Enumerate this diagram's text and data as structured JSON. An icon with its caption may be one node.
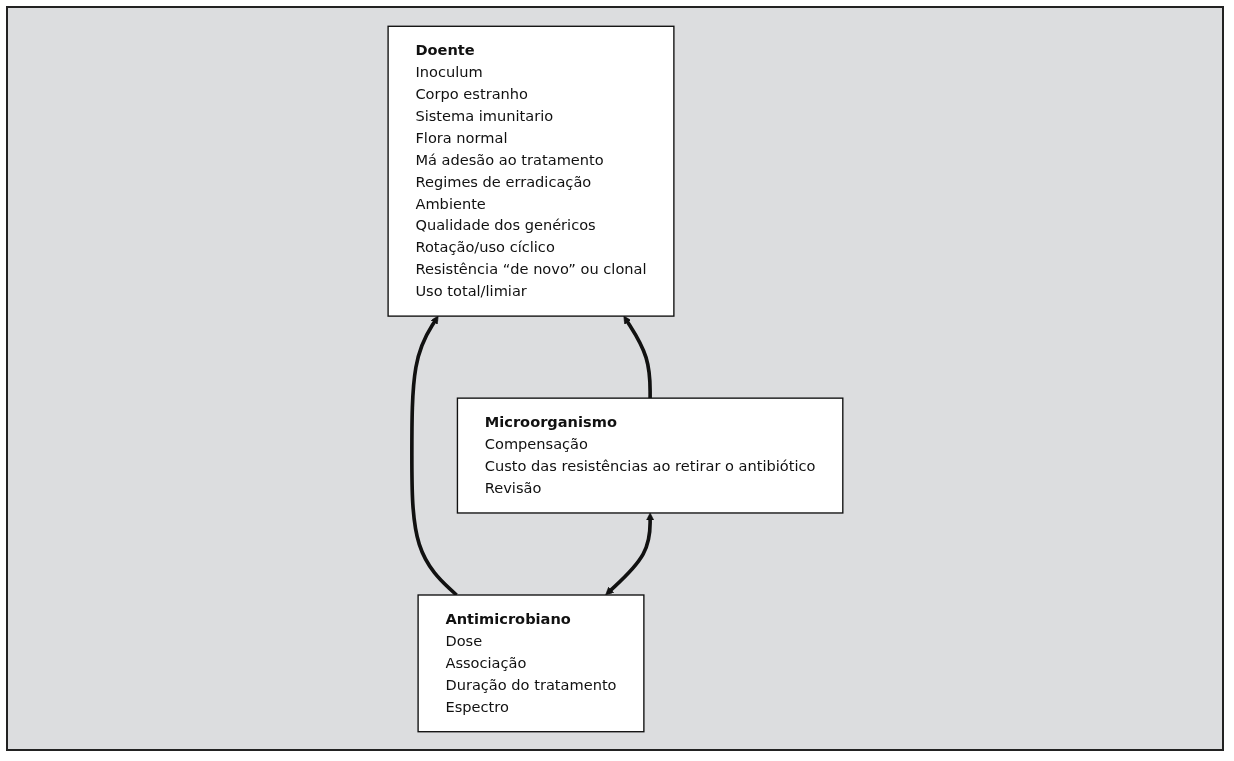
{
  "diagram": {
    "nodes": [
      {
        "text": [
          "Doente",
          "Inoculum",
          "Corpo estranho",
          "Sistema imunitario",
          "Flora normal",
          "Má adesão ao tratamento",
          "Regimes de erradicação",
          "Ambiente",
          "Qualidade dos genéricos",
          "Rotação/uso cíclico",
          "Resistência “de novo” ou clonal",
          "Uso total/limiar"
        ]
      },
      {
        "text": [
          "Antimicrobiano",
          "Dose",
          "Associação",
          "Duração do tratamento",
          "Espectro"
        ]
      },
      {
        "text": [
          "Microorganismo",
          "Compensação",
          "Custo das resistências ao retirar o antibiótico",
          "Revisão"
        ]
      }
    ],
    "edges": [
      {
        "from": 1,
        "to": 0,
        "arrow": "to"
      },
      {
        "from": 2,
        "to": 0,
        "arrow": "to"
      },
      {
        "from": 1,
        "to": 2,
        "arrow": "both"
      }
    ]
  }
}
